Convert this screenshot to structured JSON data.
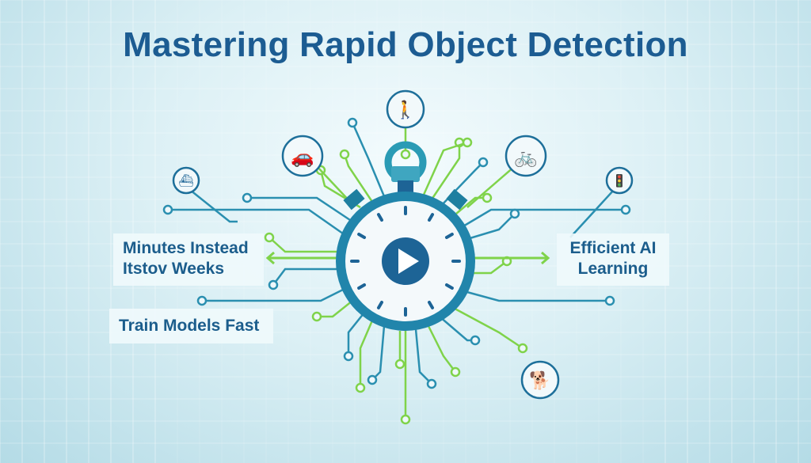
{
  "title": "Mastering Rapid Object Detection",
  "labels": {
    "left_top": [
      "Minutes Instead",
      "Itstov Weeks"
    ],
    "left_bottom": "Train Models Fast",
    "right": [
      "Efficient AI",
      "Learning"
    ]
  },
  "icons": [
    "pedestrian-icon",
    "car-icon",
    "bicycle-icon",
    "ship-icon",
    "traffic-light-icon",
    "dog-icon",
    "play-icon",
    "stopwatch-icon"
  ],
  "colors": {
    "blue": "#1c5c92",
    "teal": "#2a9bb5",
    "green": "#7fd34a",
    "dark": "#1d6496"
  }
}
